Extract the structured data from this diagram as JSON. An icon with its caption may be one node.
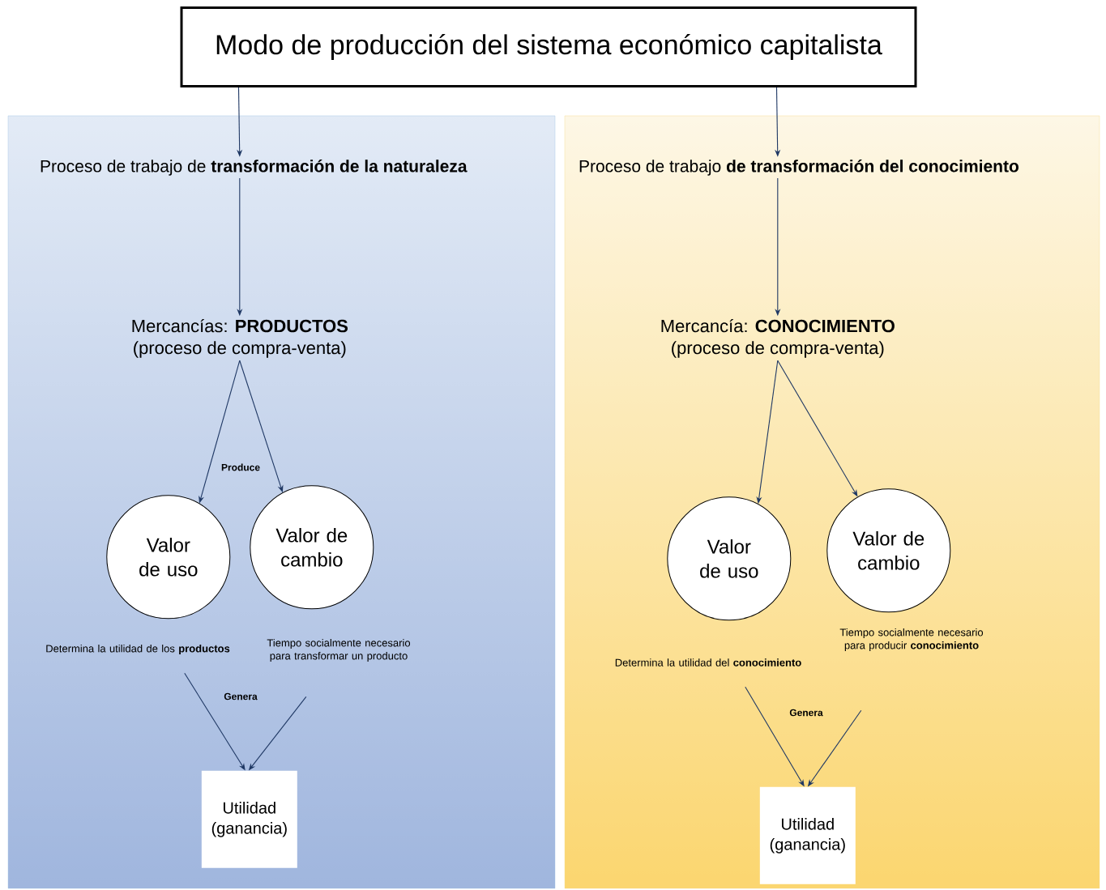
{
  "diagram": {
    "nodes": [
      {
        "text": [
          "Modo de producción del sistema económico capitalista"
        ]
      },
      {
        "text": [],
        "shape": "box"
      },
      {
        "text": [
          "Proceso de trabajo de **transformación de la naturaleza**"
        ],
        "in": 1
      },
      {
        "text": [
          "Mercancías: **PRODUCTOS**",
          "(proceso de compra-venta)"
        ],
        "in": 1
      },
      {
        "text": [
          "Valor de uso"
        ],
        "in": 1,
        "beside": [
          "Determina la utilidad de los **productos**"
        ]
      },
      {
        "text": [
          "Valor de cambio"
        ],
        "in": 1,
        "beside": [
          "Tiempo socialmente necesario para transformar un producto"
        ]
      },
      {
        "text": [
          "Utilidad (ganancia)"
        ],
        "in": 1
      },
      {
        "text": [],
        "shape": "box"
      },
      {
        "text": [
          "Proceso de trabajo **de transformación del conocimiento**"
        ],
        "in": 7
      },
      {
        "text": [
          "Mercancía: **CONOCIMIENTO**",
          "(proceso de compra-venta)"
        ],
        "in": 7
      },
      {
        "text": [
          "Valor de uso"
        ],
        "in": 7,
        "beside": [
          "Determina la utilidad del **conocimiento**"
        ]
      },
      {
        "text": [
          "Valor de cambio"
        ],
        "in": 7,
        "beside": [
          "Tiempo socialmente necesario para producir **conocimiento**"
        ]
      },
      {
        "text": [
          "Utilidad (ganancia)"
        ],
        "in": 7
      }
    ],
    "edges": [
      {
        "from": 0,
        "to": 2,
        "arrow": "to"
      },
      {
        "from": 2,
        "to": 3,
        "arrow": "to"
      },
      {
        "from": 3,
        "to": 4,
        "arrow": "to",
        "label": "Produce"
      },
      {
        "from": 3,
        "to": 5,
        "arrow": "to"
      },
      {
        "from": 4,
        "to": 6,
        "arrow": "to",
        "label": "Genera"
      },
      {
        "from": 5,
        "to": 6,
        "arrow": "to"
      },
      {
        "from": 0,
        "to": 8,
        "arrow": "to"
      },
      {
        "from": 8,
        "to": 9,
        "arrow": "to"
      },
      {
        "from": 9,
        "to": 10,
        "arrow": "to"
      },
      {
        "from": 9,
        "to": 11,
        "arrow": "to"
      },
      {
        "from": 10,
        "to": 12,
        "arrow": "to",
        "label": "Genera"
      },
      {
        "from": 11,
        "to": 12,
        "arrow": "to"
      }
    ]
  }
}
